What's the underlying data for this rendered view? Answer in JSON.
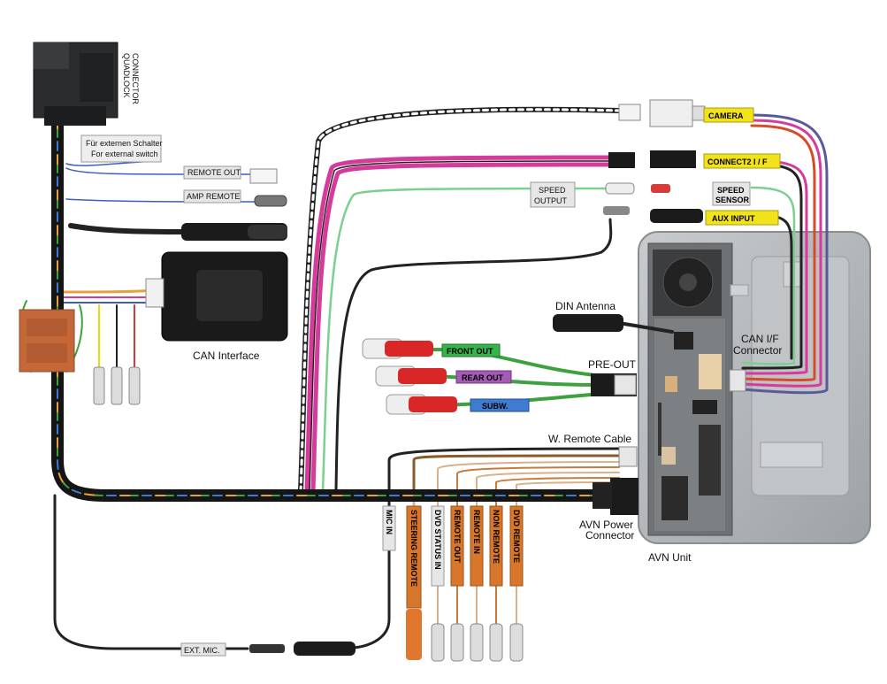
{
  "labels": {
    "quadlock": [
      "QUADLOCK",
      "CONNECTOR"
    ],
    "switch_de": "Für externen Schalter",
    "switch_en": "For external switch",
    "remote_out": "REMOTE OUT",
    "amp_remote": "AMP REMOTE",
    "can_interface": "CAN Interface",
    "camera": "CAMERA",
    "connect2": "CONNECT2  I / F",
    "speed_output": [
      "SPEED",
      "OUTPUT"
    ],
    "speed_sensor": [
      "SPEED",
      "SENSOR"
    ],
    "aux_input": "AUX INPUT",
    "din_antenna": "DIN  Antenna",
    "front_out": "FRONT  OUT",
    "rear_out": "REAR  OUT",
    "subw": "SUBW.",
    "pre_out": "PRE-OUT",
    "can_if": [
      "CAN I/F",
      "Connector"
    ],
    "w_remote": "W. Remote Cable",
    "avn_power": [
      "AVN Power",
      "Connector"
    ],
    "avn_unit": "AVN Unit",
    "ext_mic": "EXT. MIC.",
    "vertical_tags": [
      "MIC  IN",
      "STEERING REMOTE",
      "DVD STATUS  IN",
      "REMOTE OUT",
      "REMOTE  IN",
      "NON REMOTE",
      "DVD REMOTE"
    ]
  },
  "colors": {
    "loom": "#151515",
    "yellow_tag": "#f2e21a",
    "green_tag": "#36b34a",
    "purple_tag": "#a55bb5",
    "blue_tag": "#3e7bd1",
    "orange_tag": "#d8772b",
    "connector_orange": "#c4683a",
    "rca_red": "#d92626",
    "unit_gray": "#b4b7ba"
  }
}
